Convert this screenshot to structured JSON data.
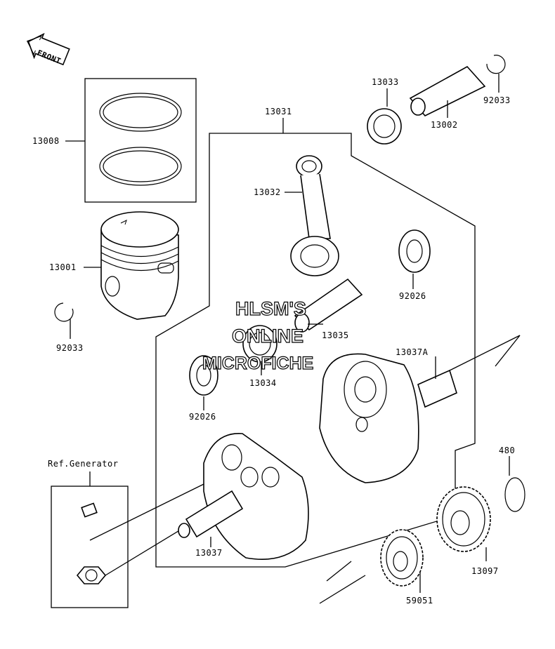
{
  "labels": {
    "front": "FRONT",
    "p13008": "13008",
    "p13001": "13001",
    "p92033_left": "92033",
    "p13031": "13031",
    "p13032": "13032",
    "p13033": "13033",
    "p13002": "13002",
    "p92033_right": "92033",
    "p92026_right": "92026",
    "p13035": "13035",
    "p13034": "13034",
    "p92026_left": "92026",
    "p13037A": "13037A",
    "ref_generator": "Ref.Generator",
    "p13037": "13037",
    "p480": "480",
    "p13097": "13097",
    "p59051": "59051"
  },
  "watermark": {
    "line1": "HLSM'S",
    "line2": "ONLINE",
    "line3": "MICROFICHE"
  }
}
